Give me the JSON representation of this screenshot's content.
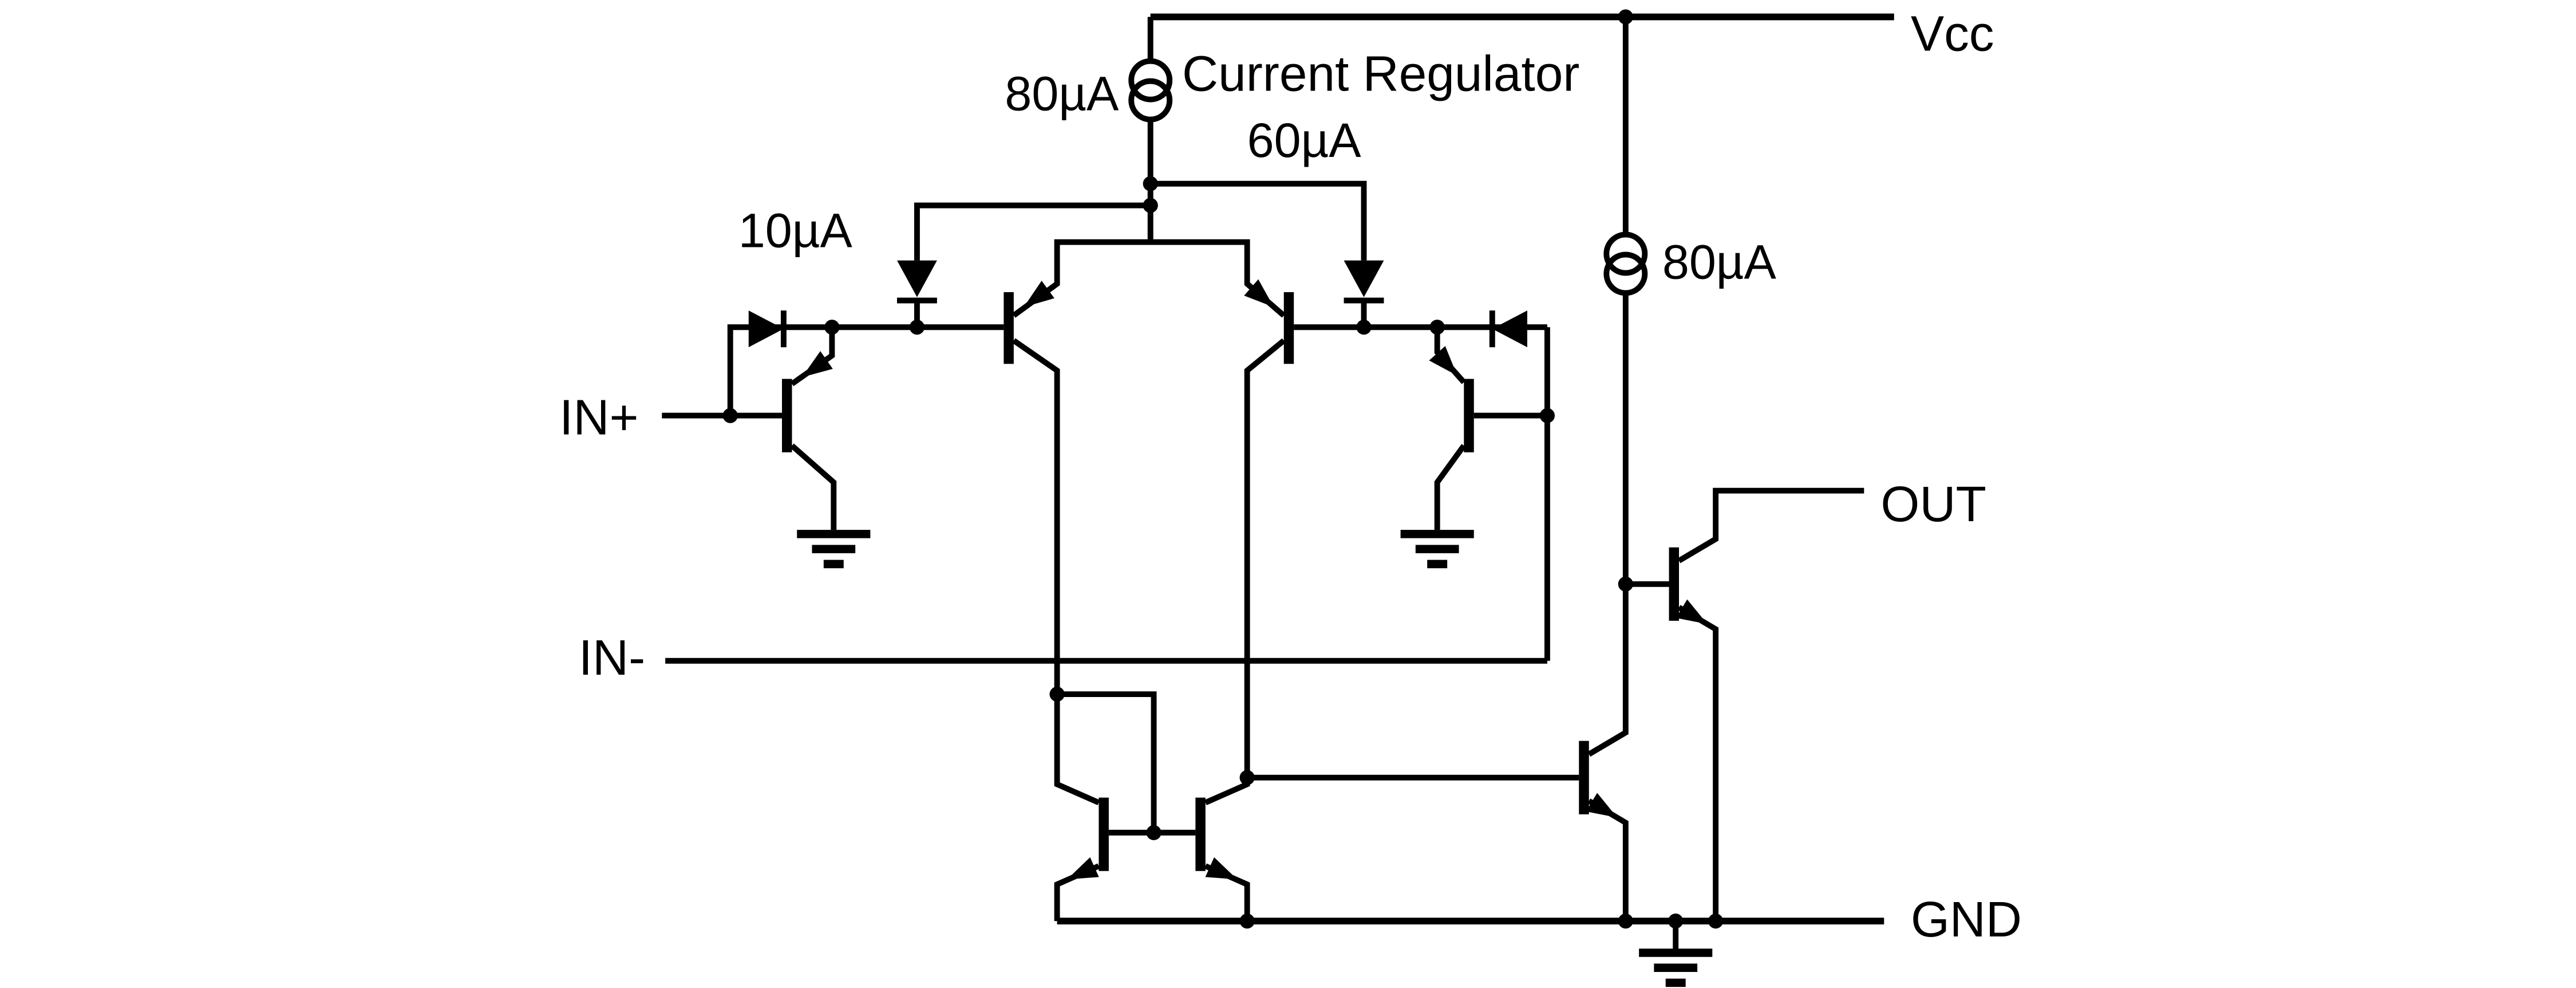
{
  "labels": {
    "vcc": "Vcc",
    "gnd": "GND",
    "out": "OUT",
    "in_plus": "IN+",
    "in_minus": "IN-",
    "current_regulator": "Current Regulator"
  },
  "currents": {
    "regulator": "80µA",
    "tail": "60µA",
    "input": "10µA",
    "output_stage": "80µA"
  },
  "colors": {
    "ink": "#000000",
    "background": "#ffffff"
  }
}
